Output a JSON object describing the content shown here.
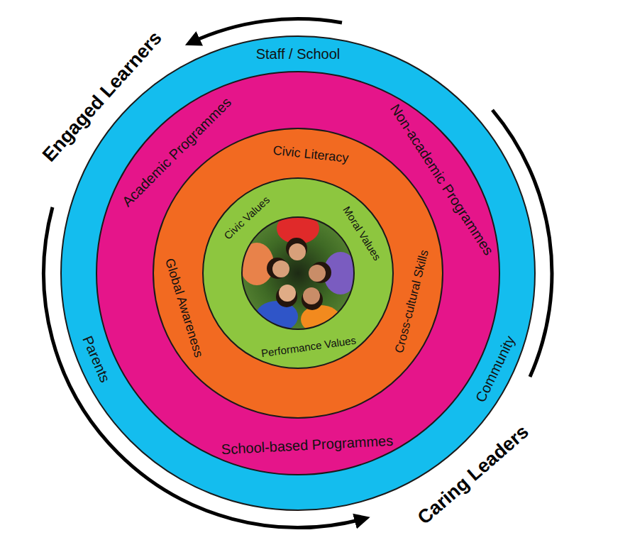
{
  "diagram": {
    "nodes": [
      {
        "text": [
          "Staff / School",
          "Parents",
          "Community"
        ]
      },
      {
        "text": [
          "Academic Programmes",
          "Non-academic Programmes",
          "School-based Programmes"
        ],
        "in": 0
      },
      {
        "text": [
          "Civic Literacy",
          "Global Awareness",
          "Cross-cultural Skills"
        ],
        "in": 1
      },
      {
        "text": [
          "Civic Values",
          "Moral Values",
          "Performance Values"
        ],
        "in": 2
      }
    ],
    "labels": [
      "Engaged Learners",
      "Caring Leaders"
    ]
  }
}
